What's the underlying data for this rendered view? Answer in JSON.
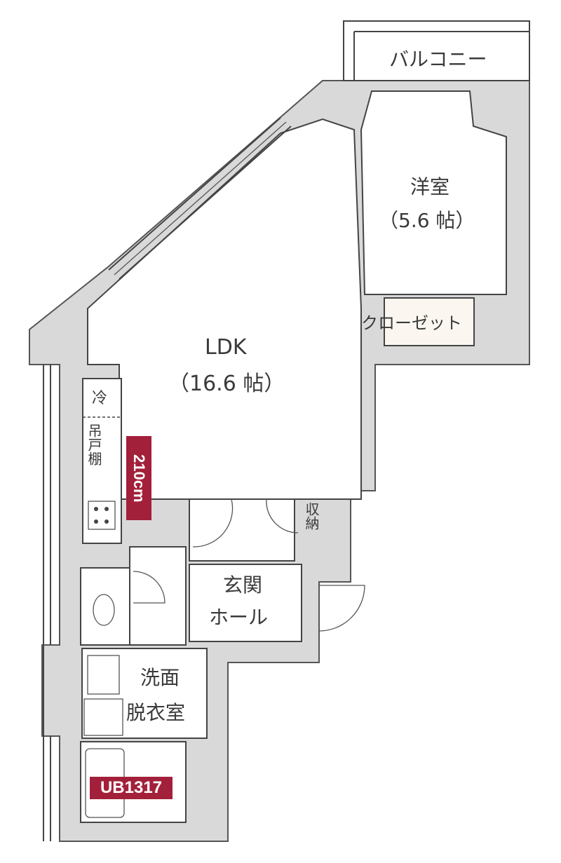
{
  "rooms": {
    "balcony": {
      "label": "バルコニー"
    },
    "western_room": {
      "label": "洋室",
      "size": "（5.6 帖）"
    },
    "closet": {
      "label": "クローゼット"
    },
    "ldk": {
      "label": "LDK",
      "size": "（16.6 帖）"
    },
    "refrigerator": {
      "label": "冷"
    },
    "wall_cabinet": {
      "label": "吊戸棚"
    },
    "storage": {
      "label": "収納"
    },
    "entrance_hall": {
      "label": "玄関",
      "sub": "ホール"
    },
    "washroom": {
      "label": "洗面",
      "sub": "脱衣室"
    }
  },
  "badges": {
    "ceiling_height": "210cm",
    "unit_bath": "UB1317"
  },
  "colors": {
    "wall_fill": "#d9d9d9",
    "badge": "#a3203a",
    "line": "#444444"
  }
}
